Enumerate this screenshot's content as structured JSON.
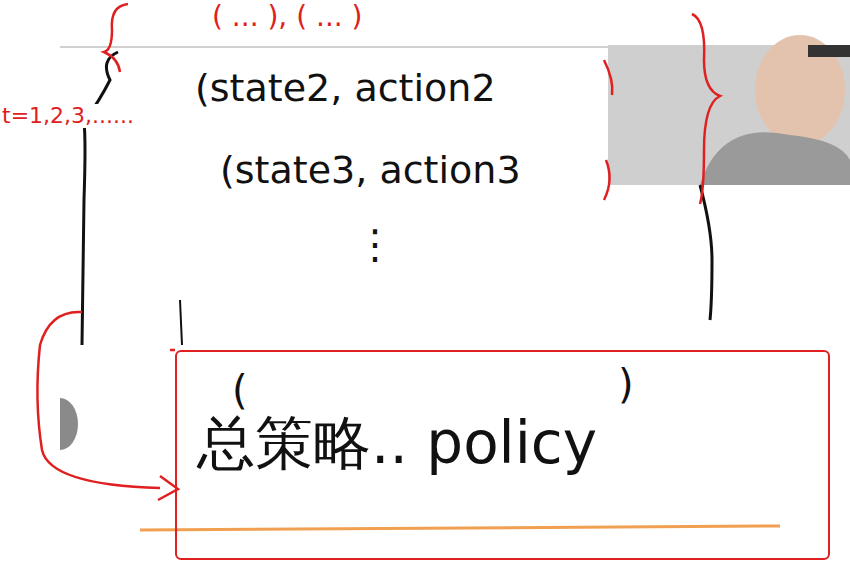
{
  "diagram": {
    "nodes": [
      {
        "text": [
          "总策略.. policy"
        ]
      }
    ],
    "labels": [
      "( ... ), ( ... )",
      "t=1,2,3,......",
      "(state2, action2",
      "(state3, action3",
      "⋮",
      "(",
      ")"
    ]
  }
}
